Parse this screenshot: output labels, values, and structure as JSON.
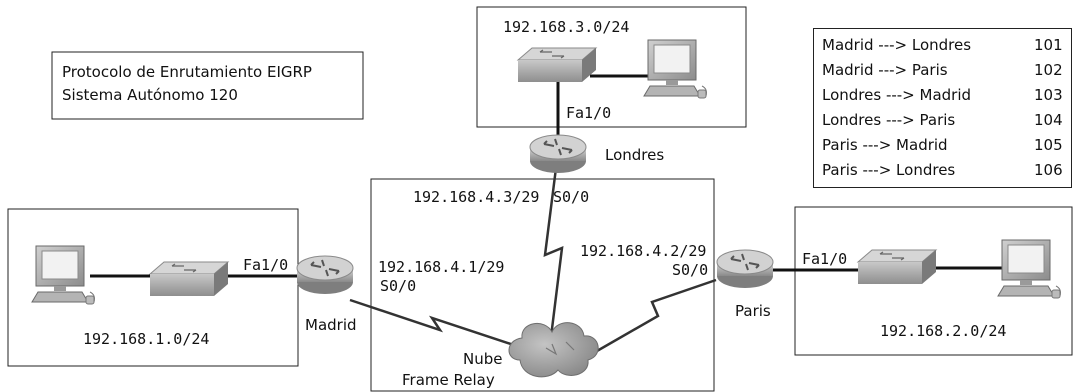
{
  "protocol": {
    "line1": "Protocolo de Enrutamiento EIGRP",
    "line2": "Sistema Autónomo 120"
  },
  "dlci_table": [
    {
      "path": "Madrid ---> Londres",
      "dlci": "101"
    },
    {
      "path": "Madrid ---> Paris",
      "dlci": "102"
    },
    {
      "path": "Londres ---> Madrid",
      "dlci": "103"
    },
    {
      "path": "Londres ---> Paris",
      "dlci": "104"
    },
    {
      "path": "Paris ---> Madrid",
      "dlci": "105"
    },
    {
      "path": "Paris ---> Londres",
      "dlci": "106"
    }
  ],
  "routers": {
    "londres": {
      "name": "Londres",
      "lan_if": "Fa1/0",
      "wan_if": "S0/0",
      "wan_ip": "192.168.4.3/29",
      "lan_net": "192.168.3.0/24"
    },
    "madrid": {
      "name": "Madrid",
      "lan_if": "Fa1/0",
      "wan_if": "S0/0",
      "wan_ip": "192.168.4.1/29",
      "lan_net": "192.168.1.0/24"
    },
    "paris": {
      "name": "Paris",
      "lan_if": "Fa1/0",
      "wan_if": "S0/0",
      "wan_ip": "192.168.4.2/29",
      "lan_net": "192.168.2.0/24"
    }
  },
  "cloud": {
    "line1": "Nube",
    "line2": "Frame Relay"
  },
  "colors": {
    "line": "#111111",
    "router_body": "#a9a9a9",
    "switch_body": "#9a9a9a",
    "cloud": "#9b9b9b"
  }
}
